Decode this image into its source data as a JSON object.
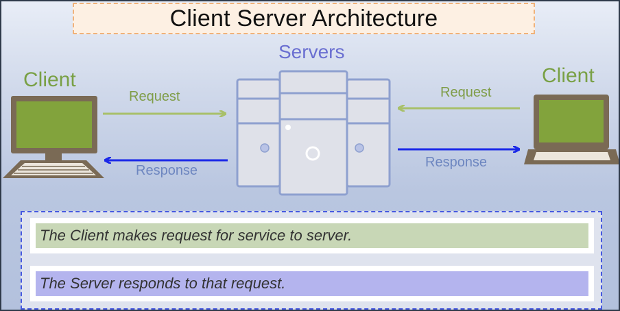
{
  "title": "Client Server Architecture",
  "labels": {
    "servers": "Servers",
    "client_left": "Client",
    "client_right": "Client",
    "request_left": "Request",
    "request_right": "Request",
    "response_left": "Response",
    "response_right": "Response"
  },
  "notes": [
    "The Client makes request for service to server.",
    "The Server responds to that request."
  ],
  "colors": {
    "client": "#79a045",
    "request_arrow": "#a8c06a",
    "response_arrow": "#1a28e8",
    "server": "#8ea0cf",
    "device_body": "#7a6a55",
    "screen": "#82a33c"
  },
  "icons": [
    "desktop-computer-icon",
    "server-tower-icon",
    "laptop-icon"
  ]
}
